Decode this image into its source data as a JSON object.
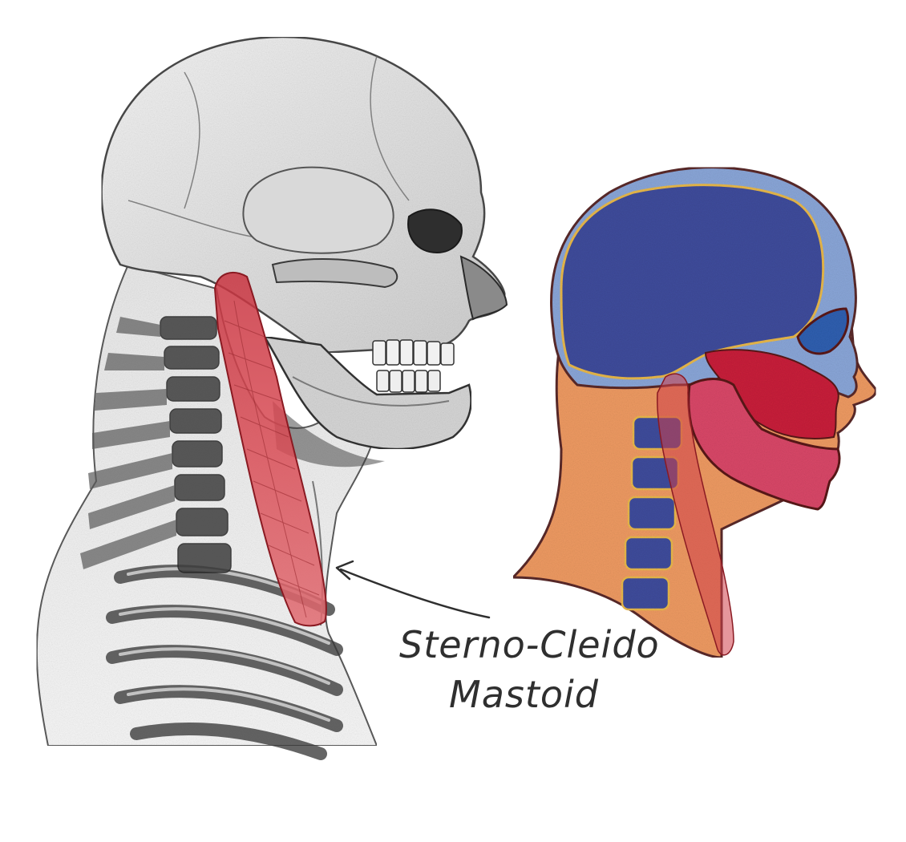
{
  "annotation": {
    "line1": "Sterno-Cleido",
    "line2": "Mastoid"
  },
  "colors": {
    "muscle_red": "#d0404a",
    "brain_blue": "#3f4c9c",
    "skull_light_blue": "#8aa6d8",
    "skin_orange": "#ee9a62",
    "jaw_pink": "#d94768",
    "mouth_red": "#c8203a",
    "outline_dark": "#5a2a2a",
    "pencil_gray": "#4a4a4a"
  },
  "figures": [
    {
      "name": "pencil-skeleton-head-and-neck",
      "style": "graphite sketch with red muscle overlay"
    },
    {
      "name": "colored-sagittal-head-section",
      "style": "textured color blocks with translucent muscle overlay"
    }
  ]
}
